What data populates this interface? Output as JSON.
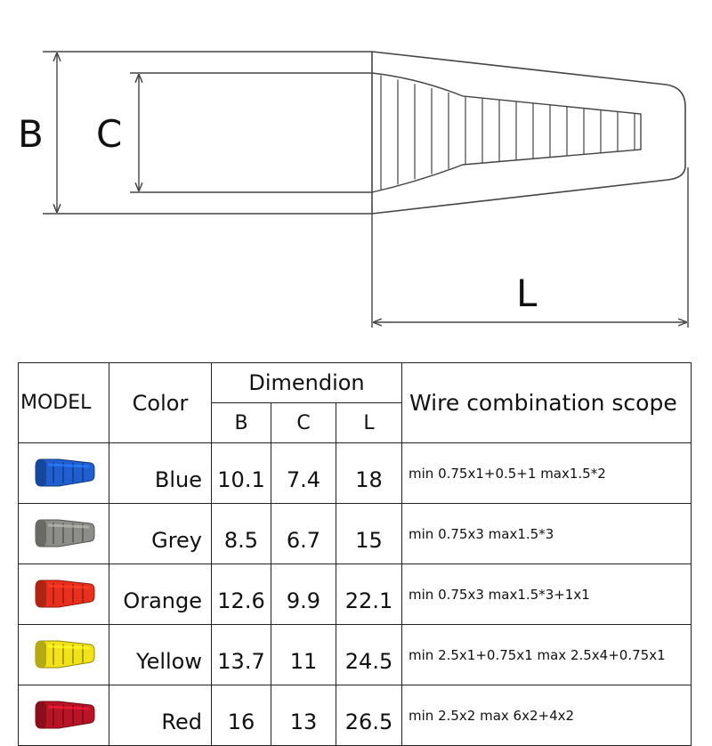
{
  "diagram": {
    "label_b": "B",
    "label_c": "C",
    "label_l": "L"
  },
  "table": {
    "headers": {
      "model": "MODEL",
      "color": "Color",
      "dimension": "Dimendion",
      "b": "B",
      "c": "C",
      "l": "L",
      "wire": "Wire combination scope"
    },
    "rows": [
      {
        "icon_color": "#1f5fd0",
        "color": "Blue",
        "b": "10.1",
        "c": "7.4",
        "l": "18",
        "wire": "min 0.75x1+0.5+1  max1.5*2"
      },
      {
        "icon_color": "#8c8c88",
        "color": "Grey",
        "b": "8.5",
        "c": "6.7",
        "l": "15",
        "wire": "min 0.75x3   max1.5*3"
      },
      {
        "icon_color": "#e8301c",
        "color": "Orange",
        "b": "12.6",
        "c": "9.9",
        "l": "22.1",
        "wire": "min 0.75x3   max1.5*3+1x1"
      },
      {
        "icon_color": "#f2e21a",
        "color": "Yellow",
        "b": "13.7",
        "c": "11",
        "l": "24.5",
        "wire": "min 2.5x1+0.75x1  max 2.5x4+0.75x1"
      },
      {
        "icon_color": "#b81426",
        "color": "Red",
        "b": "16",
        "c": "13",
        "l": "26.5",
        "wire": "min 2.5x2    max 6x2+4x2"
      }
    ]
  }
}
